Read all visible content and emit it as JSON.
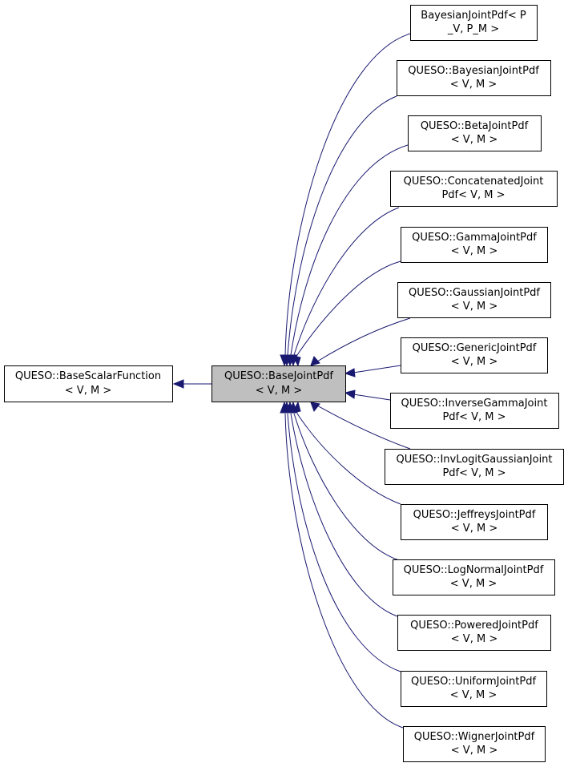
{
  "diagram": {
    "edge_color": "#191970",
    "current_node_fill": "#bfbfbf",
    "nodes": {
      "base_scalar_function": {
        "line1": "QUESO::BaseScalarFunction",
        "line2": "< V, M >"
      },
      "base_joint_pdf": {
        "line1": "QUESO::BaseJointPdf",
        "line2": "< V, M >"
      },
      "children": [
        {
          "id": "bayesian-joint-pdf-pv-pm",
          "line1": "BayesianJointPdf< P",
          "line2": "_V, P_M >"
        },
        {
          "id": "bayesian-joint-pdf",
          "line1": "QUESO::BayesianJointPdf",
          "line2": "< V, M >"
        },
        {
          "id": "beta-joint-pdf",
          "line1": "QUESO::BetaJointPdf",
          "line2": "< V, M >"
        },
        {
          "id": "concatenated-joint-pdf",
          "line1": "QUESO::ConcatenatedJoint",
          "line2": "Pdf< V, M >"
        },
        {
          "id": "gamma-joint-pdf",
          "line1": "QUESO::GammaJointPdf",
          "line2": "< V, M >"
        },
        {
          "id": "gaussian-joint-pdf",
          "line1": "QUESO::GaussianJointPdf",
          "line2": "< V, M >"
        },
        {
          "id": "generic-joint-pdf",
          "line1": "QUESO::GenericJointPdf",
          "line2": "< V, M >"
        },
        {
          "id": "inverse-gamma-joint-pdf",
          "line1": "QUESO::InverseGammaJoint",
          "line2": "Pdf< V, M >"
        },
        {
          "id": "inv-logit-gaussian-joint-pdf",
          "line1": "QUESO::InvLogitGaussianJoint",
          "line2": "Pdf< V, M >"
        },
        {
          "id": "jeffreys-joint-pdf",
          "line1": "QUESO::JeffreysJointPdf",
          "line2": "< V, M >"
        },
        {
          "id": "log-normal-joint-pdf",
          "line1": "QUESO::LogNormalJointPdf",
          "line2": "< V, M >"
        },
        {
          "id": "powered-joint-pdf",
          "line1": "QUESO::PoweredJointPdf",
          "line2": "< V, M >"
        },
        {
          "id": "uniform-joint-pdf",
          "line1": "QUESO::UniformJointPdf",
          "line2": "< V, M >"
        },
        {
          "id": "wigner-joint-pdf",
          "line1": "QUESO::WignerJointPdf",
          "line2": "< V, M >"
        }
      ]
    }
  }
}
